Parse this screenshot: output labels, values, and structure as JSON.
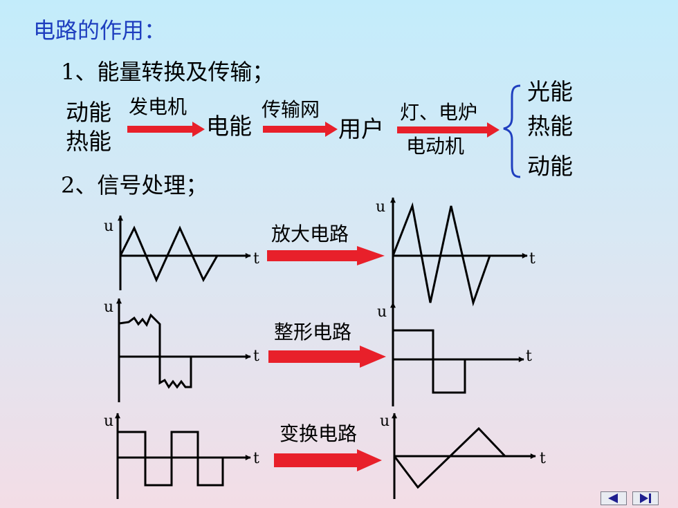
{
  "title": "电路的作用：",
  "section1": {
    "heading": "1、能量转换及传输；",
    "inputs": [
      "动能",
      "热能"
    ],
    "stage1_label": "发电机",
    "node1": "电能",
    "stage2_label": "传输网",
    "node2": "用户",
    "stage3_label_top": "灯、电炉",
    "stage3_label_bottom": "电动机",
    "outputs": [
      "光能",
      "热能",
      "动能"
    ]
  },
  "section2": {
    "heading": "2、信号处理；",
    "axis_y": "u",
    "axis_x": "t",
    "rows": [
      {
        "label": "放大电路"
      },
      {
        "label": "整形电路"
      },
      {
        "label": "变换电路"
      }
    ]
  },
  "colors": {
    "title": "#1f3fbf",
    "arrow": "#e8202a",
    "brace": "#1f3fbf"
  },
  "nav": {
    "prev_icon": "triangle-left-icon",
    "next_icon": "skip-next-icon"
  }
}
